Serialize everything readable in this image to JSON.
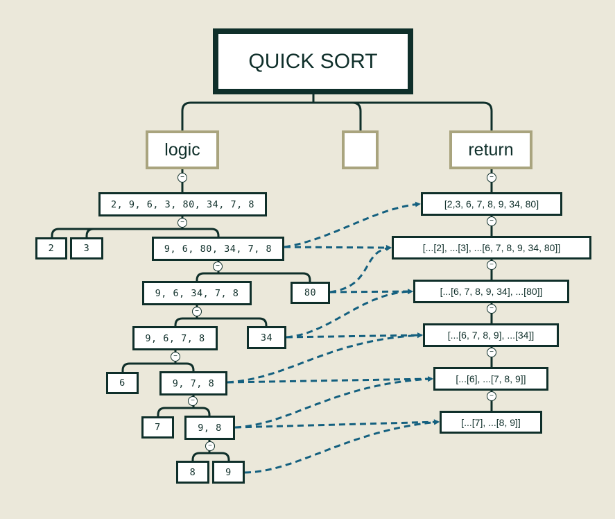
{
  "title": "QUICK SORT",
  "categories": {
    "logic": "logic",
    "blank": "",
    "return": "return"
  },
  "logic_nodes": {
    "root": "2, 9, 6, 3, 80, 34, 7, 8",
    "n2": "2",
    "n3": "3",
    "rest1": "9, 6, 80, 34, 7, 8",
    "rest2": "9, 6, 34, 7, 8",
    "n80": "80",
    "rest3": "9, 6, 7, 8",
    "n34": "34",
    "n6": "6",
    "rest4": "9, 7, 8",
    "n7": "7",
    "rest5": "9, 8",
    "n8": "8",
    "n9": "9"
  },
  "return_nodes": {
    "r1": "[2,3, 6, 7, 8, 9, 34, 80]",
    "r2": "[...[2], ...[3], ...[6, 7, 8, 9, 34, 80]]",
    "r3": "[...[6, 7, 8, 9, 34], ...[80]]",
    "r4": "[...[6, 7, 8, 9], ...[34]]",
    "r5": "[...[6], ...[7, 8, 9]]",
    "r6": "[...[7], ...[8, 9]]"
  },
  "collapse_icon": "minus-circle-icon",
  "colors": {
    "background": "#ebe8da",
    "node_border": "#0f2f2a",
    "category_border": "#a9a47e",
    "arrow": "#14607f"
  }
}
